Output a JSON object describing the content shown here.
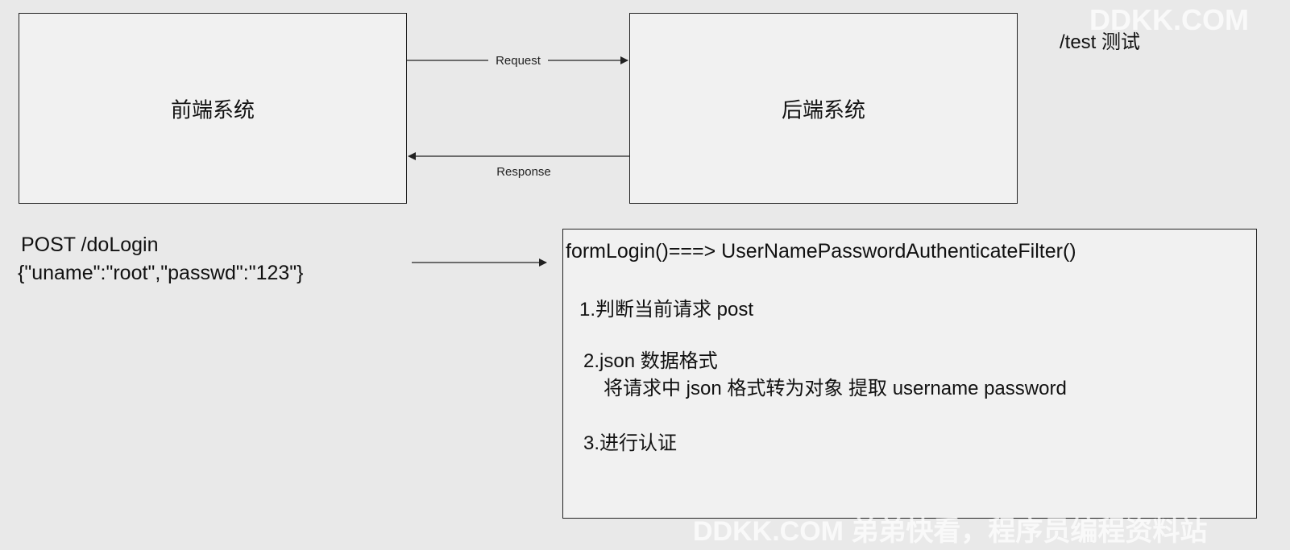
{
  "diagram": {
    "frontend_label": "前端系统",
    "backend_label": "后端系统",
    "request_label": "Request",
    "response_label": "Response",
    "test_note": "/test 测试",
    "post_request": {
      "line1": "POST /doLogin",
      "line2": "{\"uname\":\"root\",\"passwd\":\"123\"}"
    },
    "filter_box": {
      "title": "formLogin()===> UserNamePasswordAuthenticateFilter()",
      "step1": "1.判断当前请求 post",
      "step2": "2.json 数据格式",
      "step2_detail": "将请求中 json 格式转为对象 提取 username password",
      "step3": "3.进行认证"
    }
  },
  "watermarks": {
    "top_right": "DDKK.COM",
    "bottom": "DDKK.COM 弟弟快看，程序员编程资料站"
  }
}
